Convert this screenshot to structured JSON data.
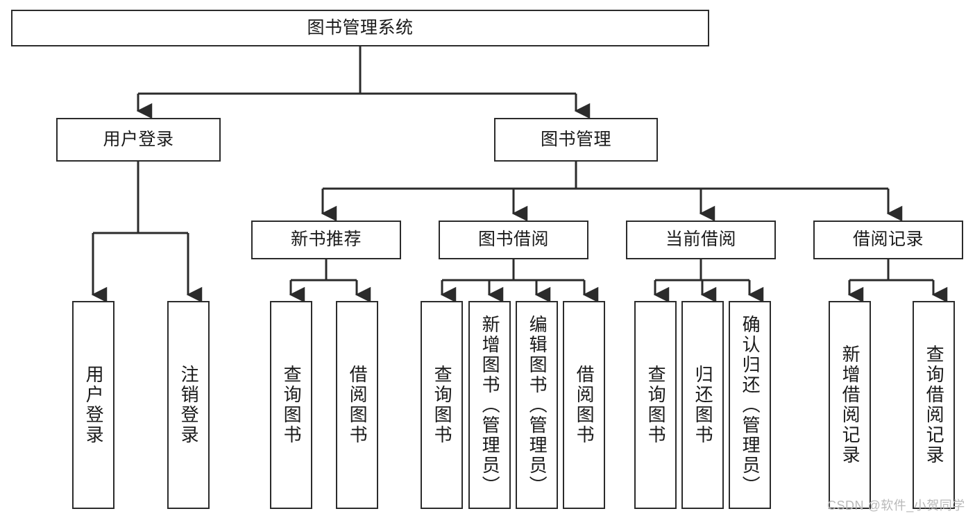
{
  "diagram": {
    "type": "tree-hierarchy-chart",
    "title": "图书管理系统",
    "stroke_color": "#2b2b2b",
    "fill_color": "#ffffff",
    "text_color": "#1a1a1a",
    "watermark": "CSDN @软件_小贺同学",
    "watermark_color": "#b9b9b9"
  },
  "nodes": {
    "root": {
      "label": "图书管理系统",
      "level": 1
    },
    "level2": [
      {
        "id": "user-login",
        "label": "用户登录"
      },
      {
        "id": "book-management",
        "label": "图书管理"
      }
    ],
    "level3": [
      {
        "id": "new-book-recommend",
        "label": "新书推荐"
      },
      {
        "id": "book-borrow",
        "label": "图书借阅"
      },
      {
        "id": "current-borrow",
        "label": "当前借阅"
      },
      {
        "id": "borrow-record",
        "label": "借阅记录"
      }
    ],
    "leaves": {
      "user-login": [
        {
          "id": "leaf-user-login",
          "label": "用户登录"
        },
        {
          "id": "leaf-logout-login",
          "label": "注销登录"
        }
      ],
      "new-book-recommend": [
        {
          "id": "leaf-query-book-1",
          "label": "查询图书"
        },
        {
          "id": "leaf-borrow-book-1",
          "label": "借阅图书"
        }
      ],
      "book-borrow": [
        {
          "id": "leaf-query-book-2",
          "label": "查询图书"
        },
        {
          "id": "leaf-add-book",
          "label": "新增图书（管理员）"
        },
        {
          "id": "leaf-edit-book",
          "label": "编辑图书（管理员）"
        },
        {
          "id": "leaf-borrow-book-2",
          "label": "借阅图书"
        }
      ],
      "current-borrow": [
        {
          "id": "leaf-query-book-3",
          "label": "查询图书"
        },
        {
          "id": "leaf-return-book",
          "label": "归还图书"
        },
        {
          "id": "leaf-confirm-return",
          "label": "确认归还（管理员）"
        }
      ],
      "borrow-record": [
        {
          "id": "leaf-add-record",
          "label": "新增借阅记录"
        },
        {
          "id": "leaf-query-record",
          "label": "查询借阅记录"
        }
      ]
    }
  }
}
